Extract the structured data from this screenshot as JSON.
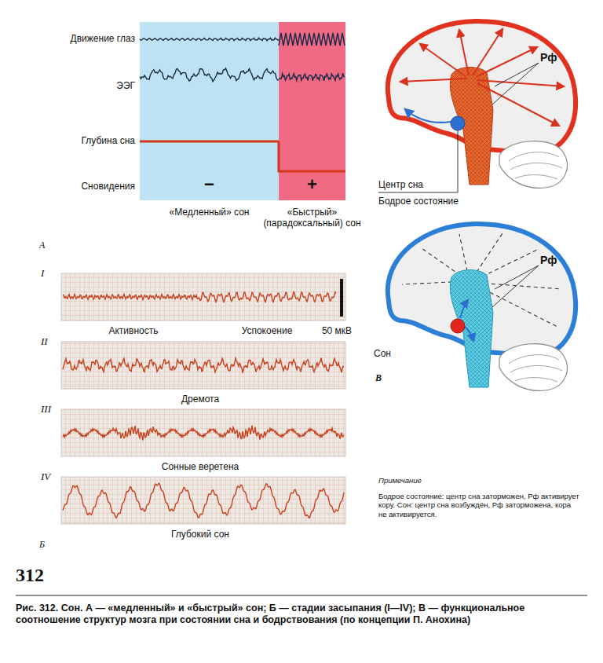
{
  "diagram": {
    "caption": "Рис. 312. Сон. А — «медленный» и «быстрый» сон; Б — стадии засыпания (I—IV); В — функциональное соотношение структур мозга при состоянии сна и бодрствования (по концепции П. Анохина)",
    "nodes": [
      {
        "text": [
          "−",
          "«Медленный» сон"
        ]
      },
      {
        "text": [
          "+",
          "«Быстрый» (парадоксальный) сон"
        ]
      }
    ],
    "labels": [
      "Движение глаз",
      "ЭЭГ",
      "Глубина сна",
      "Сновидения",
      "А",
      "I",
      "Активность",
      "Успокоение",
      "50 мкВ",
      "II",
      "Дремота",
      "III",
      "Сонные веретена",
      "IV",
      "Глубокий сон",
      "Б",
      "Рф",
      "Центр сна",
      "Бодрое состояние",
      "Рф",
      "Сон",
      "В",
      "Примечание",
      "Бодрое состояние: центр сна заторможен, Рф активирует кору. Сон: центр сна возбуждён, Рф заторможена, кора не активируется.",
      "312"
    ]
  }
}
